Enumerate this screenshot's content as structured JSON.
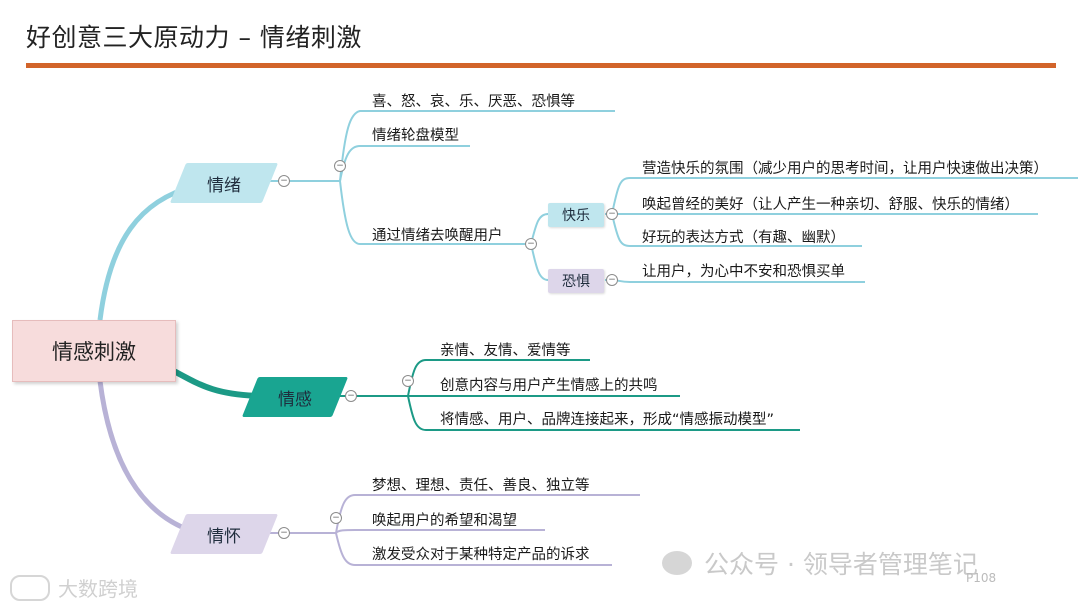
{
  "title": "好创意三大原动力 – 情绪刺激",
  "root": "情感刺激",
  "branches": {
    "emotion": {
      "label": "情绪",
      "leaves": [
        "喜、怒、哀、乐、厌恶、恐惧等",
        "情绪轮盘模型",
        "通过情绪去唤醒用户"
      ],
      "joy": {
        "label": "快乐",
        "leaves": [
          "营造快乐的氛围（减少用户的思考时间，让用户快速做出决策）",
          "唤起曾经的美好（让人产生一种亲切、舒服、快乐的情绪）",
          "好玩的表达方式（有趣、幽默）"
        ]
      },
      "fear": {
        "label": "恐惧",
        "leaves": [
          "让用户，为心中不安和恐惧买单"
        ]
      }
    },
    "feeling": {
      "label": "情感",
      "leaves": [
        "亲情、友情、爱情等",
        "创意内容与用户产生情感上的共鸣",
        "将情感、用户、品牌连接起来，形成“情感振动模型”"
      ]
    },
    "sentiment": {
      "label": "情怀",
      "leaves": [
        "梦想、理想、责任、善良、独立等",
        "唤起用户的希望和渴望",
        "激发受众对于某种特定产品的诉求"
      ]
    }
  },
  "watermark": "公众号 · 领导者管理笔记",
  "page_number": "P108",
  "brand": "大数跨境",
  "colors": {
    "accent_rule": "#d2642a",
    "root_fill": "#f7dcdc",
    "emotion_fill": "#bfe6ee",
    "feeling_fill": "#19a591",
    "sentiment_fill": "#ddd6ea",
    "emotion_line": "#8fd0de",
    "feeling_line": "#1c9a86",
    "sentiment_line": "#b8b2d6"
  }
}
